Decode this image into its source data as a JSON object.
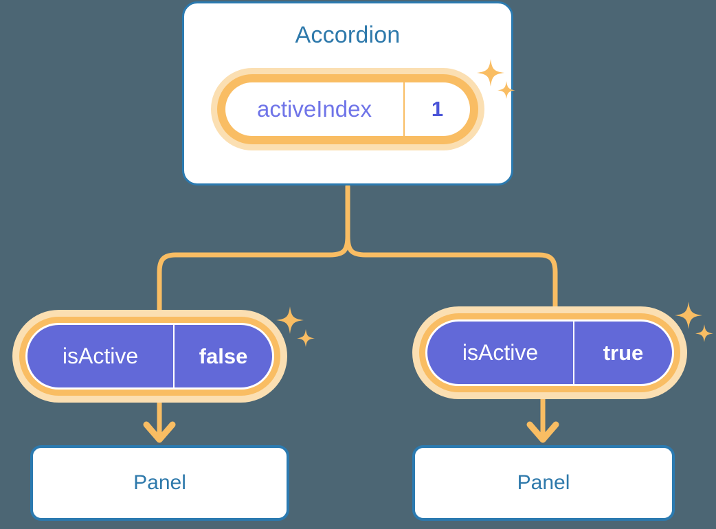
{
  "theme": {
    "background": "#4c6674",
    "card_bg": "#ffffff",
    "card_border": "#2b7ab0",
    "title_color": "#2e79ab",
    "accent_orange": "#f9bd63",
    "accent_orange_soft": "#fbdfb2",
    "pill_purple": "#6269d8",
    "key_purple": "#6f74e8",
    "value_purple": "#4b55d8",
    "pill_text_white": "#ffffff"
  },
  "root": {
    "title": "Accordion",
    "state": {
      "key": "activeIndex",
      "value": "1"
    }
  },
  "children": [
    {
      "state": {
        "key": "isActive",
        "value": "false"
      },
      "panel": {
        "title": "Panel"
      }
    },
    {
      "state": {
        "key": "isActive",
        "value": "true"
      },
      "panel": {
        "title": "Panel"
      }
    }
  ],
  "icons": {
    "sparkle": "sparkle-icon",
    "arrow_down": "arrow-down-icon"
  }
}
